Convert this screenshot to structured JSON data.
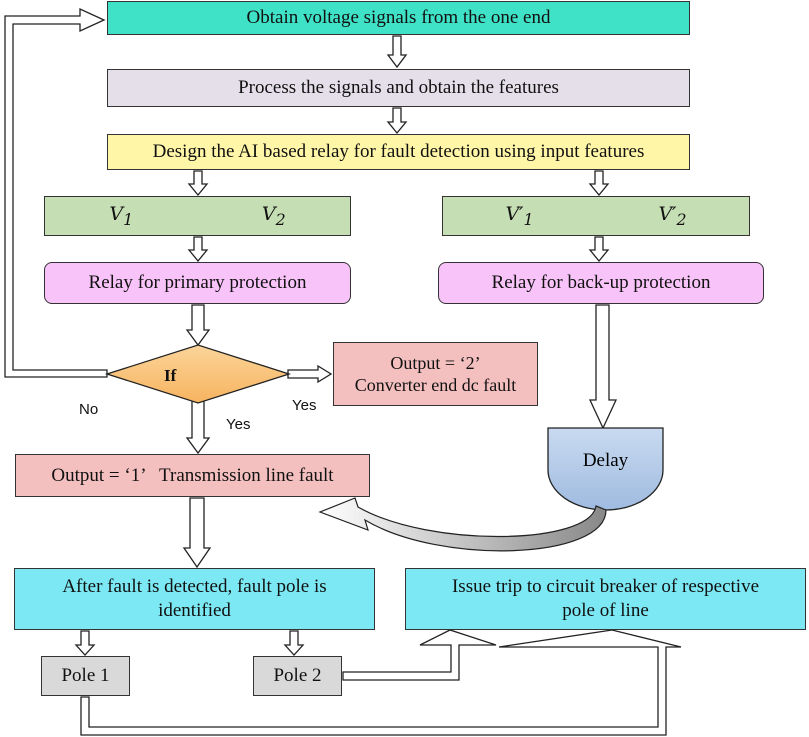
{
  "boxes": {
    "obtain": "Obtain voltage signals from the one end",
    "process": "Process the signals and obtain the features",
    "design": "Design the AI based relay for fault detection using input features",
    "primary_relay": "Relay for primary protection",
    "backup_relay": "Relay for back-up protection",
    "output2_line1": "Output = ‘2’",
    "output2_line2": "Converter end dc fault",
    "output1": "Output = ‘1’   Transmission line fault",
    "detected_line1": "After fault is detected, fault pole is",
    "detected_line2": "identified",
    "trip_line1": "Issue trip to circuit breaker of respective",
    "trip_line2": "pole of line",
    "pole1": "Pole 1",
    "pole2": "Pole 2",
    "delay": "Delay",
    "decision": "If"
  },
  "variables": {
    "v1": "V",
    "v1_sub": "1",
    "v2": "V",
    "v2_sub": "2",
    "vp1": "V′",
    "vp1_sub": "1",
    "vp2": "V′",
    "vp2_sub": "2"
  },
  "labels": {
    "no": "No",
    "yes_right": "Yes",
    "yes_down": "Yes"
  },
  "colors": {
    "obtain": "#3fe2c6",
    "process": "#e4dfe9",
    "design": "#fff6a8",
    "features": "#c6deb4",
    "relay": "#f8c3f8",
    "output": "#f4bfbf",
    "result": "#7be8f4",
    "pole": "#d9d9d9",
    "decision": "#f8c47c",
    "delay": "#b8cce4"
  }
}
